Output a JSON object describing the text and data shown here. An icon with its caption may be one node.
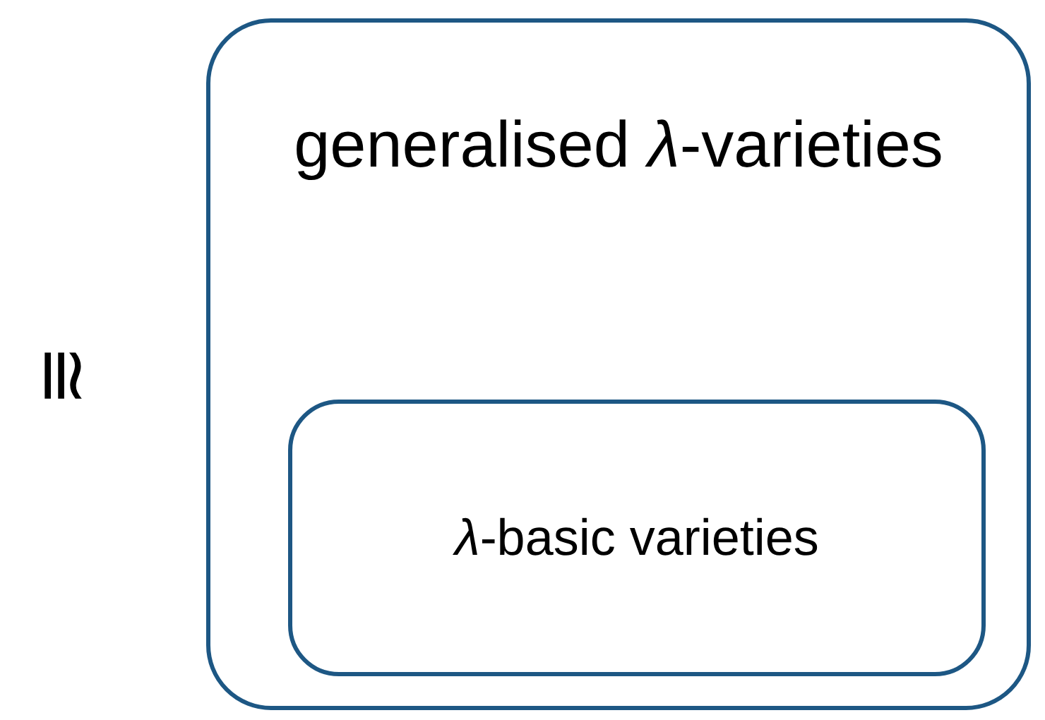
{
  "diagram": {
    "nodes": [
      {
        "text": [
          "generalised *λ*-varieties"
        ]
      },
      {
        "text": [
          "*λ*-basic varieties"
        ],
        "in": 0
      }
    ],
    "labels": [
      "≅"
    ]
  }
}
